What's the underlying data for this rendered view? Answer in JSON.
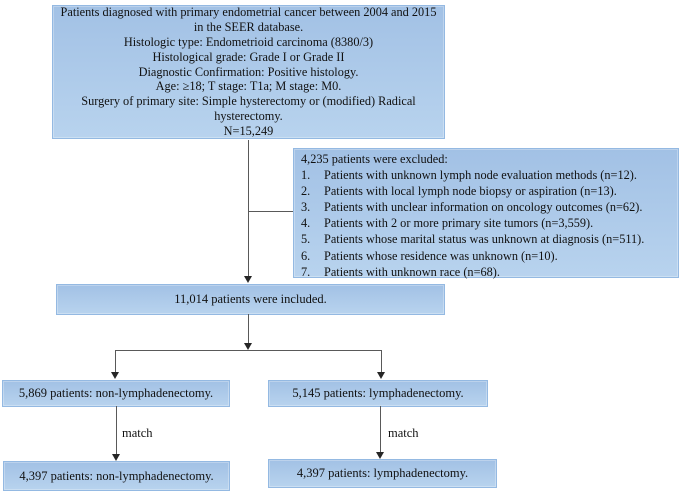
{
  "theme": {
    "canvas_bg": "#ffffff",
    "box_fill_top": "#a2c1e5",
    "box_fill_bottom": "#b8d3ee",
    "box_border": "#94b9e2",
    "line_color": "#595959",
    "arrow_color": "#262626",
    "text_color": "#111111"
  },
  "boxes": {
    "eligibility": {
      "lines": [
        "Patients diagnosed with primary endometrial cancer between 2004 and 2015 in the SEER database.",
        "Histologic type: Endometrioid carcinoma (8380/3)",
        "Histological grade: Grade I or Grade II",
        "Diagnostic Confirmation: Positive histology.",
        "Age: ≥18; T stage: T1a; M stage: M0.",
        "Surgery of primary site: Simple hysterectomy or (modified) Radical hysterectomy.",
        "N=15,249"
      ]
    },
    "excluded": {
      "title": "4,235 patients were excluded:",
      "items": [
        {
          "num": "1.",
          "text": "Patients with unknown lymph node evaluation methods (n=12)."
        },
        {
          "num": "2.",
          "text": "Patients with local lymph node biopsy or aspiration (n=13)."
        },
        {
          "num": "3.",
          "text": "Patients with unclear information on oncology outcomes (n=62)."
        },
        {
          "num": "4.",
          "text": "Patients with 2 or more primary site tumors (n=3,559)."
        },
        {
          "num": "5.",
          "text": "Patients whose marital status was unknown at diagnosis (n=511)."
        },
        {
          "num": "6.",
          "text": "Patients whose residence was unknown (n=10)."
        },
        {
          "num": "7.",
          "text": "Patients with unknown race (n=68)."
        }
      ]
    },
    "included": {
      "text": "11,014 patients were included."
    },
    "non_lymphadenectomy": {
      "text": "5,869 patients: non-lymphadenectomy."
    },
    "lymphadenectomy": {
      "text": "5,145 patients: lymphadenectomy."
    },
    "matched_non_lymphadenectomy": {
      "text": "4,397 patients: non-lymphadenectomy."
    },
    "matched_lymphadenectomy": {
      "text": "4,397 patients: lymphadenectomy."
    }
  },
  "labels": {
    "match_left": "match",
    "match_right": "match"
  }
}
